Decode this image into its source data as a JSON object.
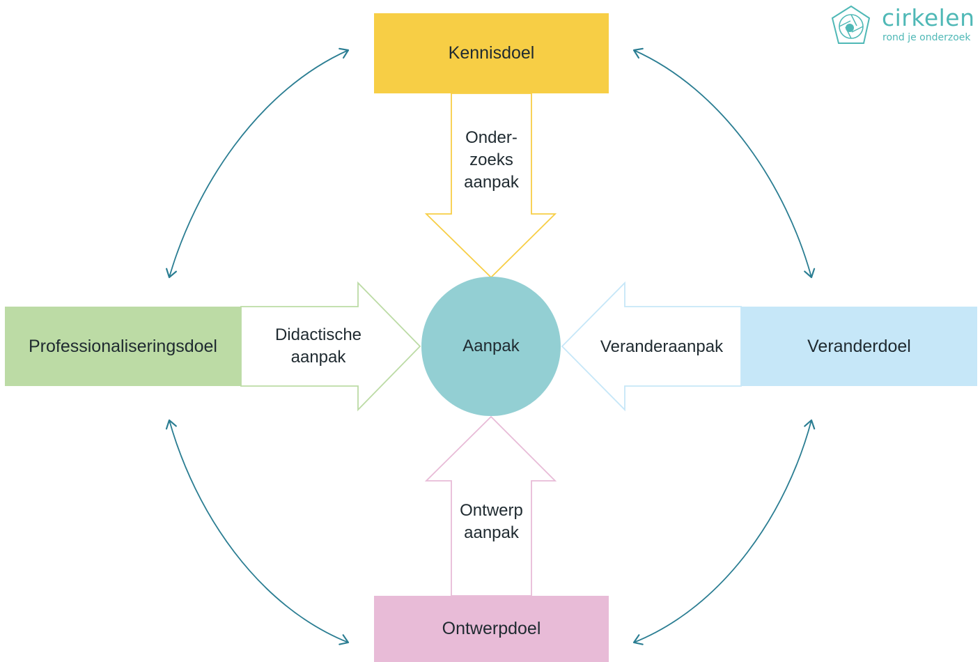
{
  "logo": {
    "title": "cirkelen",
    "subtitle": "rond je onderzoek",
    "color": "#4fb8b6"
  },
  "center": {
    "label": "Aanpak",
    "color": "#93cfd3"
  },
  "goals": {
    "top": {
      "label": "Kennisdoel",
      "color": "#f7ce45"
    },
    "left": {
      "label": "Professionaliseringsdoel",
      "color": "#bcdba5"
    },
    "right": {
      "label": "Veranderdoel",
      "color": "#c6e7f8"
    },
    "bottom": {
      "label": "Ontwerpdoel",
      "color": "#e8bbd7"
    }
  },
  "approaches": {
    "top": {
      "lines": [
        "Onder-",
        "zoeks",
        "aanpak"
      ],
      "color": "#f7ce45"
    },
    "left": {
      "lines": [
        "Didactische",
        "aanpak"
      ],
      "color": "#bcdba5"
    },
    "right": {
      "lines": [
        "Veranderaanpak"
      ],
      "color": "#c6e7f8"
    },
    "bottom": {
      "lines": [
        "Ontwerp",
        "aanpak"
      ],
      "color": "#e8bbd7"
    }
  },
  "connector_color": "#2a7d92"
}
